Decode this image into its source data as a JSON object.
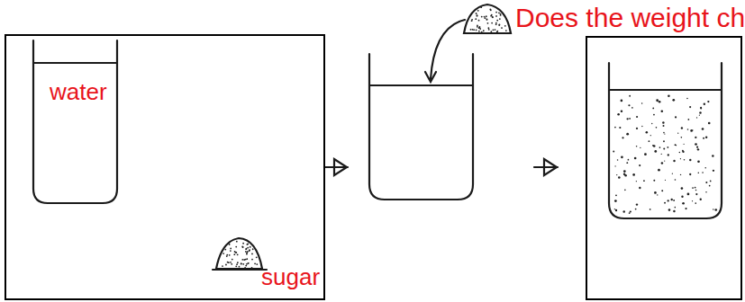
{
  "diagram": {
    "title": "Does the weight ch",
    "nodes": [
      {
        "text": [
          "water",
          "sugar"
        ]
      }
    ]
  }
}
